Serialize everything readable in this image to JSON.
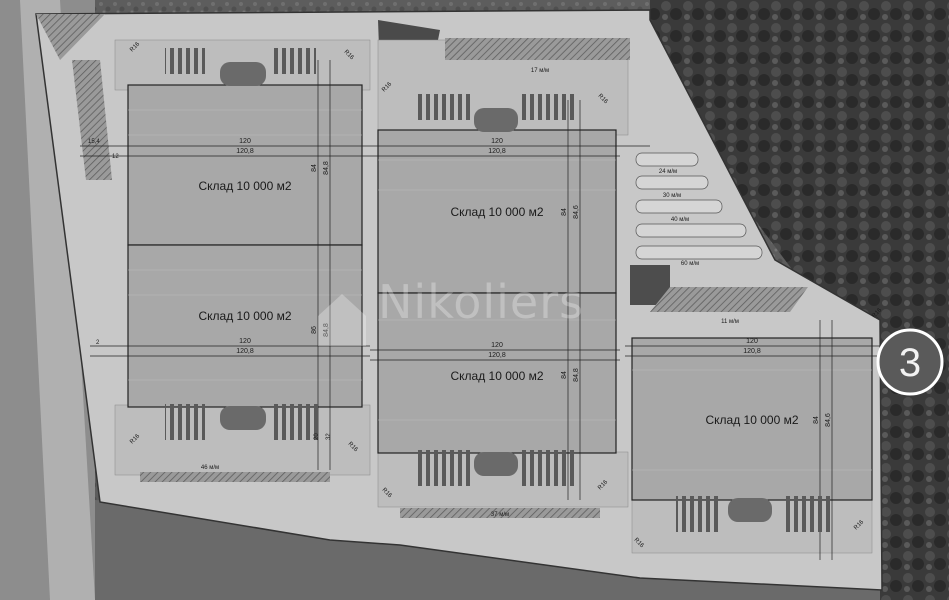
{
  "watermark": "Nikoliers",
  "site_number": "3",
  "warehouses": [
    {
      "label": "Склад 10 000 м2",
      "dim_top_inner": "120",
      "dim_top_outer": "120,8",
      "dim_side_inner": "84",
      "dim_side_outer": "84,8"
    },
    {
      "label": "Склад 10 000 м2",
      "dim_top_inner": "120",
      "dim_top_outer": "120,8",
      "dim_side_inner": "86",
      "dim_side_outer": "84,8"
    },
    {
      "label": "Склад 10 000 м2",
      "dim_top_inner": "120",
      "dim_top_outer": "120,8",
      "dim_side_inner": "84",
      "dim_side_outer": "84,6"
    },
    {
      "label": "Склад 10 000 м2",
      "dim_top_inner": "120",
      "dim_top_outer": "120,8",
      "dim_side_inner": "84",
      "dim_side_outer": "84,8"
    },
    {
      "label": "Склад 10 000 м2",
      "dim_top_inner": "120",
      "dim_top_outer": "120,8",
      "dim_side_inner": "84",
      "dim_side_outer": "84,6"
    }
  ],
  "parking_labels": [
    "17 м/м",
    "46 м/м",
    "37 м/м",
    "11 м/м",
    "24 м/м",
    "30 м/м",
    "40 м/м",
    "60 м/м"
  ],
  "radius_label": "R16",
  "offset_labels": [
    "15,4",
    "12",
    "2",
    "32",
    "20"
  ]
}
